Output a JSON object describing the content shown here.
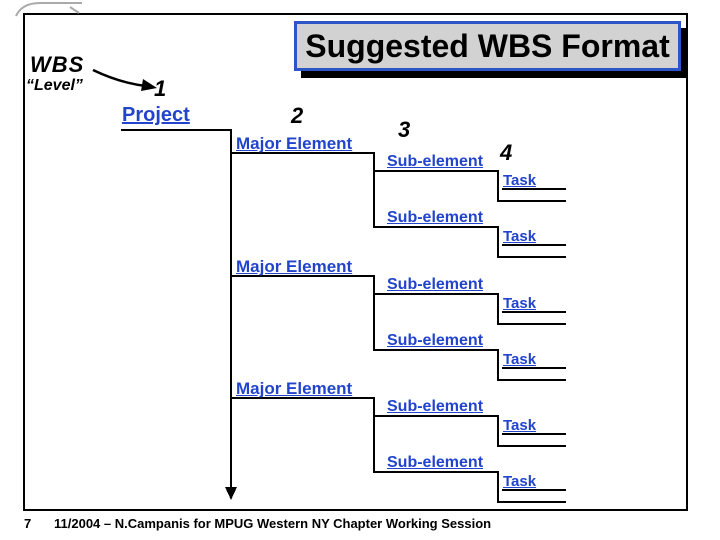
{
  "slide": {
    "title": "Suggested WBS Format",
    "annotation": {
      "wbs": "WBS",
      "level": "“Level”"
    },
    "level_numbers": [
      "1",
      "2",
      "3",
      "4"
    ],
    "tree": {
      "project": "Project",
      "blocks": [
        {
          "major": "Major Element",
          "subs": [
            {
              "label": "Sub-element",
              "task": "Task"
            },
            {
              "label": "Sub-element",
              "task": "Task"
            }
          ]
        },
        {
          "major": "Major Element",
          "subs": [
            {
              "label": "Sub-element",
              "task": "Task"
            },
            {
              "label": "Sub-element",
              "task": "Task"
            }
          ]
        },
        {
          "major": "Major Element",
          "subs": [
            {
              "label": "Sub-element",
              "task": "Task"
            },
            {
              "label": "Sub-element",
              "task": "Task"
            }
          ]
        }
      ]
    },
    "footer": {
      "page_number": "7",
      "credit": "11/2004 – N.Campanis for MPUG Western NY Chapter Working Session"
    },
    "colors": {
      "label_blue": "#2244CC",
      "title_fill": "#D2D2D2",
      "title_border": "#2E55C8",
      "line_black": "#000000"
    }
  }
}
